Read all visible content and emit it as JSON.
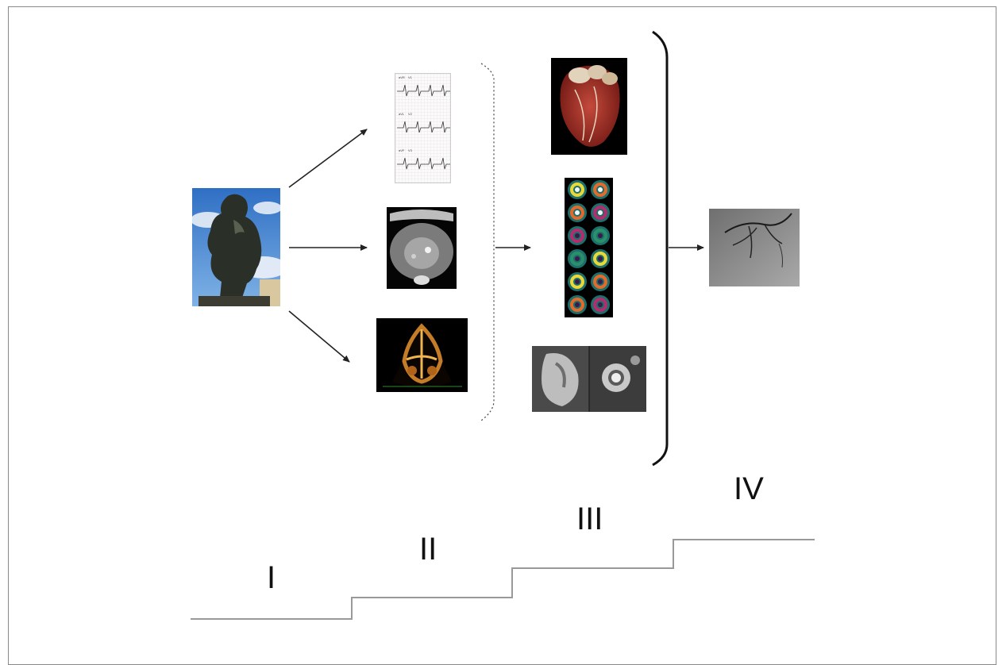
{
  "stages": {
    "s1": "I",
    "s2": "II",
    "s3": "III",
    "s4": "IV"
  },
  "images": {
    "thinker": "thinker-statue-photo",
    "ecg": "ecg-strip",
    "ct_axial": "ct-axial-slice",
    "echo": "echocardiogram",
    "ct_3d_heart": "ct-3d-heart-render",
    "spect": "spect-perfusion-panel",
    "cmr": "cardiac-mri",
    "angiogram": "coronary-angiogram"
  },
  "ecg_leads": [
    "aVR",
    "V1",
    "aVL",
    "V2",
    "aVF",
    "V3"
  ]
}
